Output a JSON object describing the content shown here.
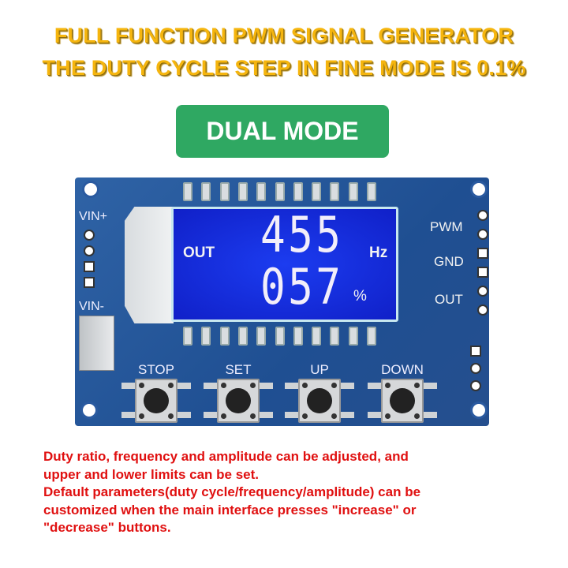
{
  "header": {
    "line1": "FULL FUNCTION PWM SIGNAL GENERATOR",
    "line2": "THE DUTY CYCLE STEP IN FINE MODE IS 0.1%",
    "mode_badge": "DUAL MODE"
  },
  "board": {
    "lcd": {
      "label": "OUT",
      "frequency": "455",
      "frequency_unit": "Hz",
      "duty": "057",
      "duty_unit": "%"
    },
    "left_labels": {
      "vin_plus": "VIN+",
      "vin_minus": "VIN-"
    },
    "right_labels": {
      "pwm": "PWM",
      "gnd": "GND",
      "out": "OUT"
    },
    "buttons": [
      "STOP",
      "SET",
      "UP",
      "DOWN"
    ]
  },
  "description": [
    "Duty ratio, frequency and amplitude can be adjusted, and",
    "upper and lower limits can be set.",
    "Default parameters(duty cycle/frequency/amplitude) can be",
    "customized when the main interface presses \"increase\" or",
    "\"decrease\" buttons."
  ],
  "colors": {
    "title": "#f5b50e",
    "badge": "#2fa862",
    "description": "#e01010",
    "pcb": "#2a5aa0",
    "lcd": "#1c3cf0"
  }
}
